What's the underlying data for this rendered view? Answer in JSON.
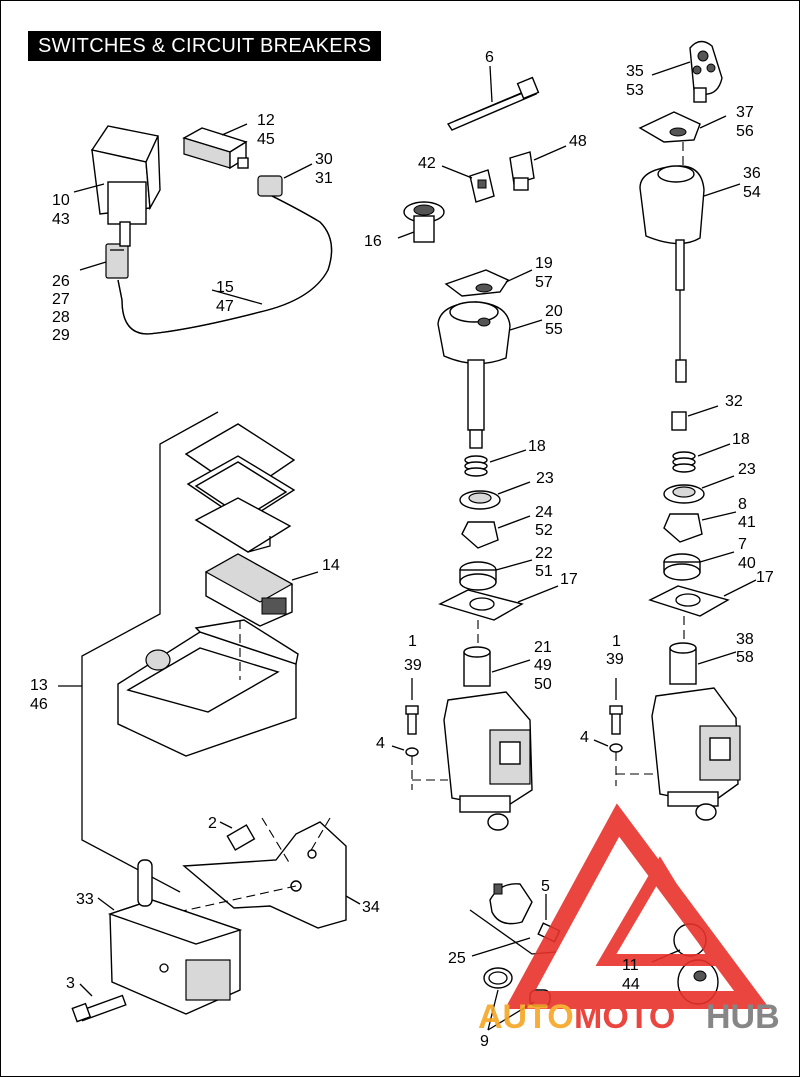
{
  "title": "SWITCHES & CIRCUIT BREAKERS",
  "labels": {
    "l6": "6",
    "l35": "35",
    "l53": "53",
    "l12": "12",
    "l45": "45",
    "l30": "30",
    "l31": "31",
    "l37": "37",
    "l56": "56",
    "l42": "42",
    "l48": "48",
    "l10": "10",
    "l43": "43",
    "l36": "36",
    "l54": "54",
    "l16": "16",
    "l26": "26",
    "l27": "27",
    "l28": "28",
    "l29": "29",
    "l19": "19",
    "l57": "57",
    "l15": "15",
    "l47": "47",
    "l20": "20",
    "l55": "55",
    "l32": "32",
    "l18a": "18",
    "l18b": "18",
    "l23a": "23",
    "l23b": "23",
    "l24": "24",
    "l52": "52",
    "l8": "8",
    "l41": "41",
    "l14": "14",
    "l22": "22",
    "l51": "51",
    "l7": "7",
    "l40": "40",
    "l17a": "17",
    "l17b": "17",
    "l1a": "1",
    "l39a": "39",
    "l21": "21",
    "l49": "49",
    "l50": "50",
    "l1b": "1",
    "l39b": "39",
    "l38": "38",
    "l58": "58",
    "l13": "13",
    "l46": "46",
    "l4a": "4",
    "l4b": "4",
    "l2": "2",
    "l33": "33",
    "l34": "34",
    "l5": "5",
    "l25": "25",
    "l11": "11",
    "l44": "44",
    "l3": "3",
    "l9": "9"
  },
  "watermark": {
    "part1": "AUTO",
    "part2": "MOTO",
    "part3": "HUB"
  },
  "colors": {
    "watermark_red": "#e8312a",
    "watermark_orange": "#f6a623",
    "watermark_gray": "#7a7a7a"
  }
}
